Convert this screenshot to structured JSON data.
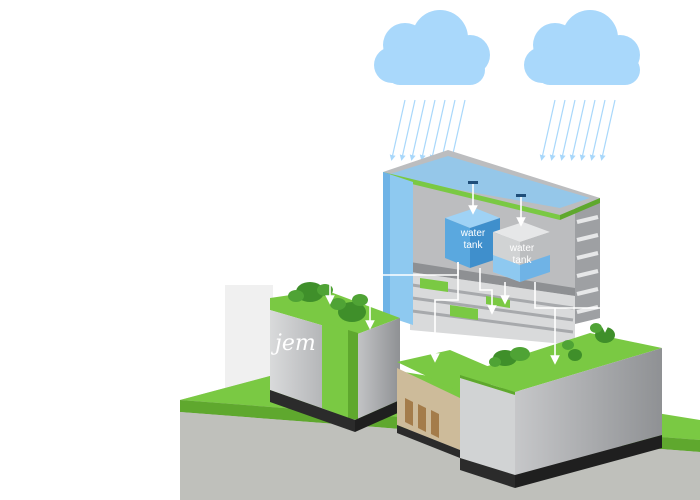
{
  "tanks": [
    {
      "line1": "water",
      "line2": "tank"
    },
    {
      "line1": "water",
      "line2": "tank"
    }
  ],
  "logo": "jem",
  "colors": {
    "green": "#7ac943",
    "green_dark": "#5fa82e",
    "water": "#8ec9f0",
    "tank_blue": "#5aa8df",
    "ground": "#c8c8c4",
    "wall_grey": "#a7a9ac",
    "cloud": "#a9d8fb"
  }
}
